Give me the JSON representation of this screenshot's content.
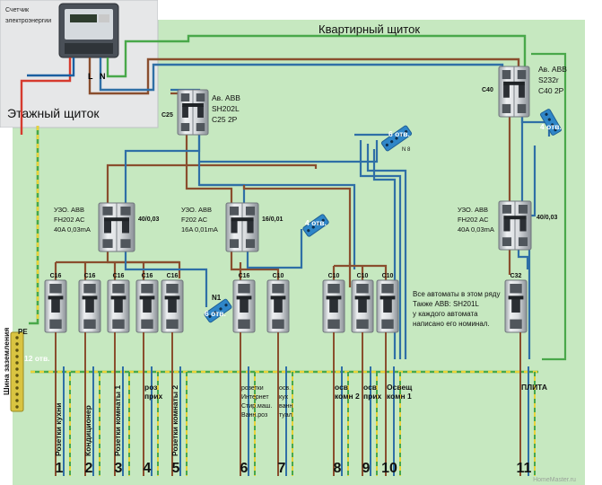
{
  "panel_title": "Квартирный щиток",
  "floor_panel": {
    "label": "Этажный щиток",
    "meter_label_1": "Счетчик",
    "meter_label_2": "электроэнергии",
    "L": "L",
    "N": "N"
  },
  "breakers": {
    "main_c25": {
      "side_label": "C25",
      "desc": [
        "Ав. ABB",
        "SH202L",
        "C25 2P"
      ]
    },
    "main_c40": {
      "side_label": "C40",
      "desc": [
        "Ав. ABB",
        "S232r",
        "C40 2P"
      ]
    }
  },
  "rcd": [
    {
      "lines": [
        "УЗО. ABB",
        "FH202 AC",
        "40A 0,03mA"
      ],
      "rating": "40/0,03"
    },
    {
      "lines": [
        "УЗО. ABB",
        "F202 AC",
        "16A 0,01mA"
      ],
      "rating": "16/0,01"
    },
    {
      "lines": [
        "УЗО. ABB",
        "FH202 AC",
        "40A 0,03mA"
      ],
      "rating": "40/0,03"
    }
  ],
  "group_breakers": [
    "C16",
    "C16",
    "C16",
    "C16",
    "C16",
    "C16",
    "C10",
    "C10",
    "C10",
    "C10",
    "C32"
  ],
  "busbars": {
    "n1_label": "N1",
    "n1_count": "6 отв.",
    "mid_count": "4 отв.",
    "top_count": "6 отв.",
    "top_suffix": "N 8",
    "right_count": "4 отв.",
    "pe_label": "PE",
    "pe_count": "12 отв.",
    "ground_bus": "Шина заземления"
  },
  "note": [
    "Все автоматы в этом ряду",
    "Также ABB: SH201L",
    "у каждого автомата",
    "написано его номинал."
  ],
  "circuits": [
    {
      "num": "1",
      "label": [
        "Розетки кухни"
      ],
      "vertical": true
    },
    {
      "num": "2",
      "label": [
        "Кондиционер"
      ],
      "vertical": true
    },
    {
      "num": "3",
      "label": [
        "Розетки комнаты 1"
      ],
      "vertical": true
    },
    {
      "num": "4",
      "label": [
        "роз",
        "прих"
      ],
      "vertical": false
    },
    {
      "num": "5",
      "label": [
        "Розетки комнаты 2"
      ],
      "vertical": true
    },
    {
      "num": "6",
      "label": [
        "розетки",
        "Интернет",
        "Стир.маш.",
        "Ванн.роз"
      ],
      "vertical": false
    },
    {
      "num": "7",
      "label": [
        "осв.",
        "кух",
        "ванн",
        "туал"
      ],
      "vertical": false
    },
    {
      "num": "8",
      "label": [
        "осв",
        "комн 2"
      ],
      "vertical": false
    },
    {
      "num": "9",
      "label": [
        "осв",
        "прих"
      ],
      "vertical": false
    },
    {
      "num": "10",
      "label": [
        "Освещ",
        "комн 1"
      ],
      "vertical": false
    },
    {
      "num": "11",
      "label": [
        "ПЛИТА"
      ],
      "vertical": false
    }
  ],
  "watermark": "HomeMaster.ru",
  "colors": {
    "panel_green": "#c6e8c0",
    "phase_brown": "#8a4e2e",
    "neutral_blue": "#2f6fa6",
    "ground_green": "#49a84a",
    "ground_dash": "#e8d23a",
    "red": "#d63a2e",
    "bus_blue": "#2f86c8"
  }
}
